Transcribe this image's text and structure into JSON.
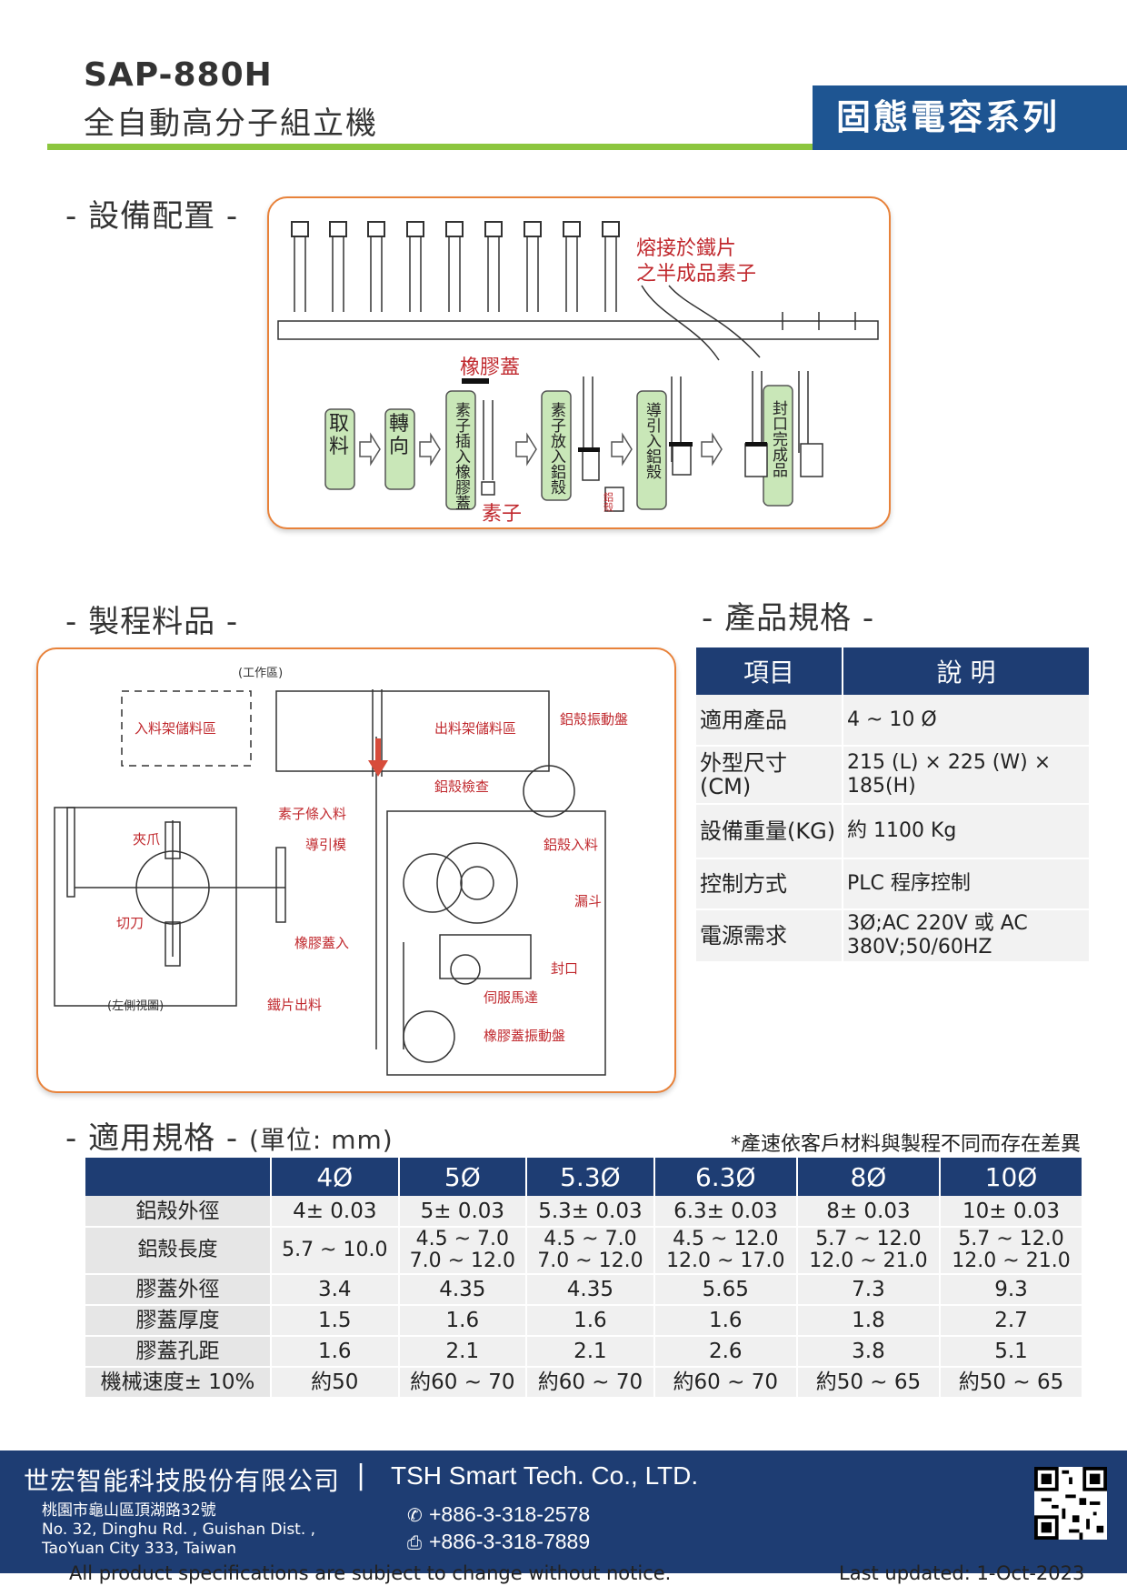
{
  "header": {
    "model": "SAP-880H",
    "subtitle": "全自動高分子組立機",
    "series": "固態電容系列"
  },
  "sections": {
    "layout": "- 設備配置 -",
    "process": "- 製程料品 -",
    "spec": "- 產品規格 -",
    "dims": "- 適用規格 -",
    "dims_unit": "(單位: mm)"
  },
  "layout_diagram": {
    "welded_label_1": "熔接於鐵片",
    "welded_label_2": "之半成品素子",
    "rubber_cap": "橡膠蓋",
    "element": "素子",
    "aluminum_shell": "鋁殼",
    "steps": [
      "取料",
      "轉向",
      "素子插入橡膠蓋",
      "素子放入鋁殼",
      "導引入鋁殼",
      "封口完成品"
    ]
  },
  "process_diagram": {
    "work_area": "(工作區)",
    "in_storage": "入料架儲料區",
    "out_storage": "出料架儲料區",
    "shell_vibrator": "鋁殼振動盤",
    "shell_check": "鋁殼檢查",
    "element_feed": "素子條入料",
    "guide_die": "導引模",
    "clamp": "夾爪",
    "shell_feed": "鋁殼入料",
    "funnel": "漏斗",
    "cutter": "切刀",
    "cap_feed": "橡膠蓋入",
    "seal": "封口",
    "left_view": "(左側視圖)",
    "strip_out": "鐵片出料",
    "servo": "伺服馬達",
    "cap_vibrator": "橡膠蓋振動盤"
  },
  "spec_table": {
    "headers": [
      "項目",
      "說 明"
    ],
    "rows": [
      {
        "k": "適用產品",
        "v": "4 ~ 10 Ø"
      },
      {
        "k": "外型尺寸 (CM)",
        "v": "215 (L) × 225 (W) × 185(H)"
      },
      {
        "k": "設備重量(KG)",
        "v": "約 1100 Kg"
      },
      {
        "k": "控制方式",
        "v": "PLC 程序控制"
      },
      {
        "k": "電源需求",
        "v": "3Ø;AC 220V 或 AC 380V;50/60HZ"
      }
    ]
  },
  "dims_note": "*產速依客戶材料與製程不同而存在差異",
  "dims_table": {
    "headers": [
      "",
      "4Ø",
      "5Ø",
      "5.3Ø",
      "6.3Ø",
      "8Ø",
      "10Ø"
    ],
    "rows": [
      {
        "k": "鋁殼外徑",
        "v": [
          "4± 0.03",
          "5± 0.03",
          "5.3± 0.03",
          "6.3± 0.03",
          "8± 0.03",
          "10± 0.03"
        ]
      },
      {
        "k": "鋁殼長度",
        "v": [
          "5.7 ~ 10.0",
          "4.5 ~ 7.0\n7.0 ~ 12.0",
          "4.5 ~ 7.0\n7.0 ~ 12.0",
          "4.5 ~ 12.0\n12.0 ~ 17.0",
          "5.7 ~ 12.0\n12.0 ~ 21.0",
          "5.7 ~ 12.0\n12.0 ~ 21.0"
        ]
      },
      {
        "k": "膠蓋外徑",
        "v": [
          "3.4",
          "4.35",
          "4.35",
          "5.65",
          "7.3",
          "9.3"
        ]
      },
      {
        "k": "膠蓋厚度",
        "v": [
          "1.5",
          "1.6",
          "1.6",
          "1.6",
          "1.8",
          "2.7"
        ]
      },
      {
        "k": "膠蓋孔距",
        "v": [
          "1.6",
          "2.1",
          "2.1",
          "2.6",
          "3.8",
          "5.1"
        ]
      },
      {
        "k": "機械速度± 10%",
        "v": [
          "約50",
          "約60 ~ 70",
          "約60 ~ 70",
          "約60 ~ 70",
          "約50 ~ 65",
          "約50 ~ 65"
        ]
      }
    ]
  },
  "footer": {
    "company_cn": "世宏智能科技股份有限公司",
    "separator": "|",
    "company_en": "TSH Smart Tech. Co., LTD.",
    "address_cn": "桃園市龜山區頂湖路32號",
    "address_en_1": "No. 32, Dinghu Rd. , Guishan Dist. ,",
    "address_en_2": "TaoYuan City 333, Taiwan",
    "phone": "+886-3-318-2578",
    "fax": "+886-3-318-7889",
    "disclaimer": "All product specifications are subject to change without notice.",
    "updated": "Last updated: 1-Oct-2023"
  },
  "colors": {
    "brand_blue": "#1e5592",
    "table_blue": "#1e3d73",
    "green": "#8cc63f",
    "orange": "#e8823a",
    "red_label": "#c0282d"
  }
}
